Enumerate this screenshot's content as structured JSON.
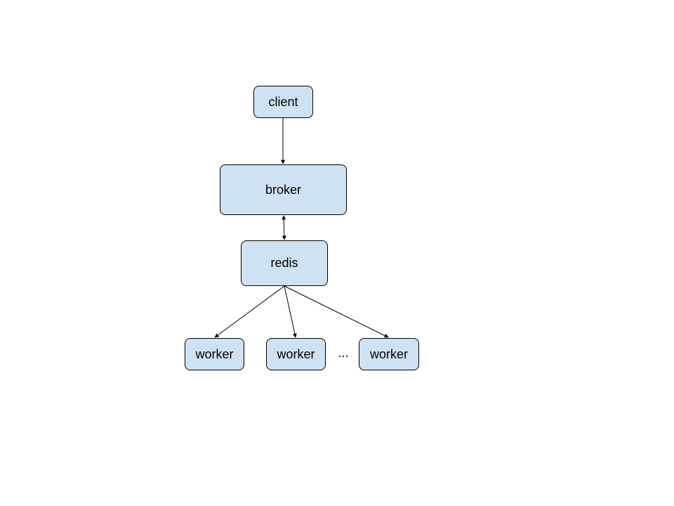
{
  "colors": {
    "node_fill": "#cfe2f3",
    "node_border": "#000000",
    "edge": "#000000"
  },
  "nodes": {
    "client": "client",
    "broker": "broker",
    "redis": "redis",
    "workers": [
      "worker",
      "worker",
      "worker"
    ]
  },
  "ellipsis": "...",
  "edges": [
    {
      "from": "client",
      "to": "broker",
      "direction": "forward"
    },
    {
      "from": "broker",
      "to": "redis",
      "direction": "both"
    },
    {
      "from": "redis",
      "to": "worker-1",
      "direction": "forward"
    },
    {
      "from": "redis",
      "to": "worker-2",
      "direction": "forward"
    },
    {
      "from": "redis",
      "to": "worker-3",
      "direction": "forward"
    }
  ]
}
